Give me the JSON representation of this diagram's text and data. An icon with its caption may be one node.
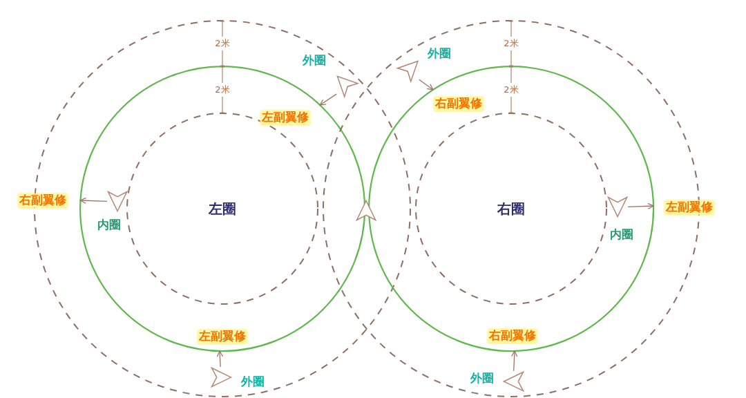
{
  "diagram": {
    "nodes": [
      {
        "text": [],
        "shape": "circle"
      },
      {
        "text": [],
        "shape": "circle"
      },
      {
        "text": [],
        "shape": "circle",
        "in": 0
      },
      {
        "text": [],
        "shape": "circle",
        "in": 1
      },
      {
        "text": [
          "左圈"
        ],
        "in": 2
      },
      {
        "text": [
          "右圈"
        ],
        "in": 3
      },
      {
        "text": [],
        "shape": "airplane",
        "beside": [
          "外圈"
        ],
        "in": 0
      },
      {
        "text": [],
        "shape": "airplane",
        "beside": [
          "外圈"
        ],
        "in": 1
      },
      {
        "text": [],
        "shape": "airplane",
        "beside": [
          "内圈"
        ],
        "in": 2
      },
      {
        "text": [],
        "shape": "airplane"
      },
      {
        "text": [],
        "shape": "airplane",
        "beside": [
          "内圈"
        ],
        "in": 3
      },
      {
        "text": [],
        "shape": "airplane",
        "beside": [
          "外圈"
        ],
        "in": 0
      },
      {
        "text": [],
        "shape": "airplane",
        "beside": [
          "外圈"
        ],
        "in": 1
      }
    ],
    "edges": [
      {
        "from": 6,
        "to": 2,
        "arrow": "to",
        "label": "左副翼修"
      },
      {
        "from": 7,
        "to": 3,
        "arrow": "to",
        "label": "右副翼修"
      },
      {
        "from": 8,
        "to": 2,
        "arrow": "to",
        "label": "右副翼修"
      },
      {
        "from": 10,
        "to": 3,
        "arrow": "to",
        "label": "左副翼修"
      },
      {
        "from": 11,
        "to": 2,
        "arrow": "to",
        "label": "左副翼修"
      },
      {
        "from": 12,
        "to": 3,
        "arrow": "to",
        "label": "右副翼修"
      }
    ],
    "labels": [
      "2米",
      "2米",
      "2米",
      "2米"
    ]
  }
}
